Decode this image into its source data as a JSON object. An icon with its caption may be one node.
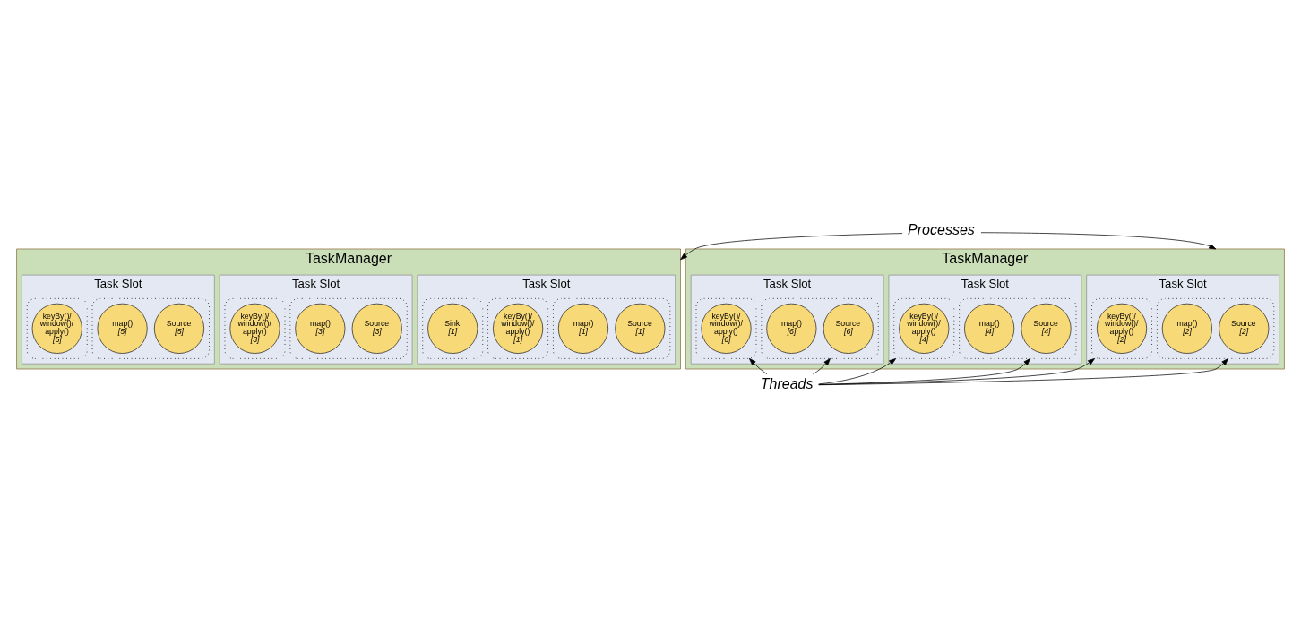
{
  "diagram": {
    "nodes": [
      {
        "text": [
          "Processes"
        ]
      },
      {
        "text": [
          "TaskManager"
        ]
      },
      {
        "text": [
          "Task Slot"
        ],
        "in": 1
      },
      {
        "text": [],
        "shape": "box",
        "in": 2
      },
      {
        "text": [
          "Source",
          "[1]"
        ],
        "in": 3
      },
      {
        "text": [
          "map()",
          "[1]"
        ],
        "in": 3
      },
      {
        "text": [],
        "shape": "box",
        "in": 2
      },
      {
        "text": [
          "keyBy()/ window()/ apply()",
          "[1]"
        ],
        "in": 6
      },
      {
        "text": [],
        "shape": "box",
        "in": 2
      },
      {
        "text": [
          "Sink",
          "[1]"
        ],
        "in": 8
      },
      {
        "text": [
          "Task Slot"
        ],
        "in": 1
      },
      {
        "text": [],
        "shape": "box",
        "in": 10
      },
      {
        "text": [
          "Source",
          "[3]"
        ],
        "in": 11
      },
      {
        "text": [
          "map()",
          "[3]"
        ],
        "in": 11
      },
      {
        "text": [],
        "shape": "box",
        "in": 10
      },
      {
        "text": [
          "keyBy()/ window()/ apply()",
          "[3]"
        ],
        "in": 14
      },
      {
        "text": [
          "Task Slot"
        ],
        "in": 1
      },
      {
        "text": [],
        "shape": "box",
        "in": 16
      },
      {
        "text": [
          "Source",
          "[5]"
        ],
        "in": 17
      },
      {
        "text": [
          "map()",
          "[5]"
        ],
        "in": 17
      },
      {
        "text": [],
        "shape": "box",
        "in": 16
      },
      {
        "text": [
          "keyBy()/ window()/ apply()",
          "[5]"
        ],
        "in": 20
      },
      {
        "text": [
          "TaskManager"
        ]
      },
      {
        "text": [
          "Task Slot"
        ],
        "in": 22
      },
      {
        "text": [],
        "shape": "box",
        "in": 23
      },
      {
        "text": [
          "Source",
          "[2]"
        ],
        "in": 24
      },
      {
        "text": [
          "map()",
          "[2]"
        ],
        "in": 24
      },
      {
        "text": [],
        "shape": "box",
        "in": 23
      },
      {
        "text": [
          "keyBy()/ window()/ apply()",
          "[2]"
        ],
        "in": 27
      },
      {
        "text": [
          "Task Slot"
        ],
        "in": 22
      },
      {
        "text": [],
        "shape": "box",
        "in": 29
      },
      {
        "text": [
          "Source",
          "[4]"
        ],
        "in": 30
      },
      {
        "text": [
          "map()",
          "[4]"
        ],
        "in": 30
      },
      {
        "text": [],
        "shape": "box",
        "in": 29
      },
      {
        "text": [
          "keyBy()/ window()/ apply()",
          "[4]"
        ],
        "in": 33
      },
      {
        "text": [
          "Task Slot"
        ],
        "in": 22
      },
      {
        "text": [],
        "shape": "box",
        "in": 35
      },
      {
        "text": [
          "Source",
          "[6]"
        ],
        "in": 36
      },
      {
        "text": [
          "map()",
          "[6]"
        ],
        "in": 36
      },
      {
        "text": [],
        "shape": "box",
        "in": 35
      },
      {
        "text": [
          "keyBy()/ window()/ apply()",
          "[6]"
        ],
        "in": 39
      },
      {
        "text": [
          "Threads"
        ]
      }
    ],
    "edges": [
      {
        "from": 0,
        "to": 1,
        "arrow": "to"
      },
      {
        "from": 0,
        "to": 22,
        "arrow": "to"
      },
      {
        "from": 41,
        "to": 27,
        "arrow": "to"
      },
      {
        "from": 41,
        "to": 24,
        "arrow": "to"
      },
      {
        "from": 41,
        "to": 33,
        "arrow": "to"
      },
      {
        "from": 41,
        "to": 30,
        "arrow": "to"
      },
      {
        "from": 41,
        "to": 36,
        "arrow": "to"
      },
      {
        "from": 41,
        "to": 39,
        "arrow": "to"
      }
    ]
  }
}
